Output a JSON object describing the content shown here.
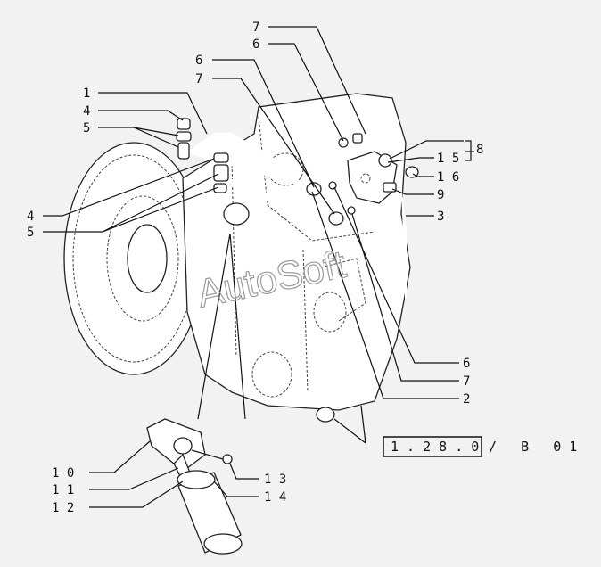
{
  "callouts": {
    "c1": "1",
    "c4a": "4",
    "c5a": "5",
    "c4b": "4",
    "c5b": "5",
    "c6top": "6",
    "c7top": "7",
    "c7tr": "7",
    "c6tr": "6",
    "c8": "8",
    "c15": "1 5",
    "c16": "1 6",
    "c9": "9",
    "c3": "3",
    "c6r": "6",
    "c7r": "7",
    "c2": "2",
    "c10": "1 0",
    "c11": "1 1",
    "c12": "1 2",
    "c13": "1 3",
    "c14": "1 4"
  },
  "reference": {
    "code": "1 . 2 8 . 0",
    "suffix": "/   B   0 1"
  },
  "watermark": "AutoSoft"
}
